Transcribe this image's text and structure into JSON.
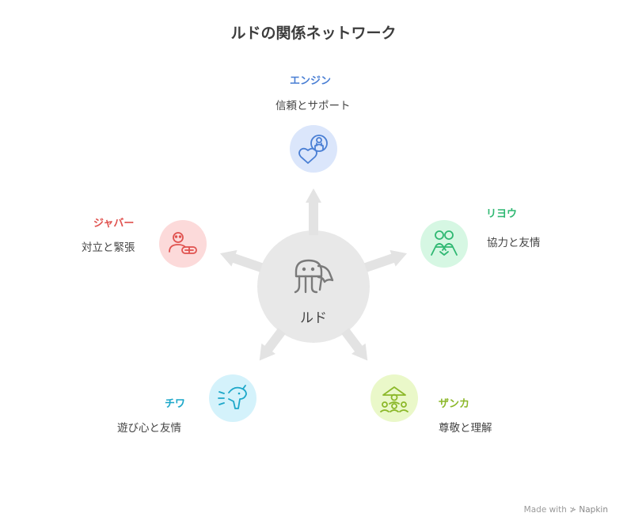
{
  "title": "ルドの関係ネットワーク",
  "center": {
    "label": "ルド",
    "icon": "ghost-figure-icon"
  },
  "nodes": [
    {
      "id": "engine",
      "name": "エンジン",
      "desc": "信頼とサポート",
      "color": "#4a7fd4",
      "bg": "#dbe6fb",
      "icon": "heart-hands-icon"
    },
    {
      "id": "ryou",
      "name": "リヨウ",
      "desc": "協力と友情",
      "color": "#2fb872",
      "bg": "#d6f7e3",
      "icon": "two-people-icon"
    },
    {
      "id": "zanka",
      "name": "ザンカ",
      "desc": "尊敬と理解",
      "color": "#8cb82a",
      "bg": "#eaf8c9",
      "icon": "group-respect-icon"
    },
    {
      "id": "chiwa",
      "name": "チワ",
      "desc": "遊び心と友情",
      "color": "#1ca7c9",
      "bg": "#d4f2fb",
      "icon": "playful-dog-icon"
    },
    {
      "id": "jabber",
      "name": "ジャバー",
      "desc": "対立と緊張",
      "color": "#e0524f",
      "bg": "#fcdada",
      "icon": "conflict-people-icon"
    }
  ],
  "watermark": {
    "prefix": "Made with",
    "brand": "Napkin"
  }
}
